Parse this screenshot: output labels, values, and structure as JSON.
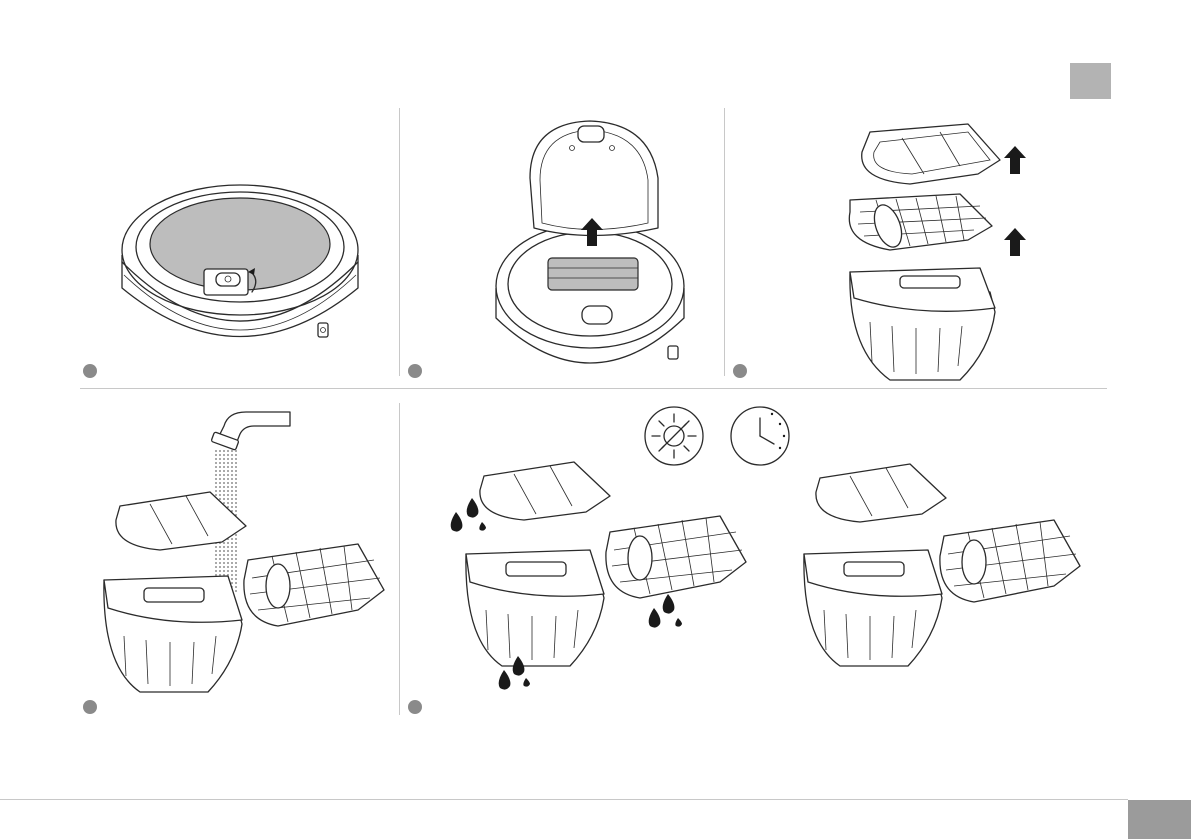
{
  "page": {
    "colors": {
      "tab": "#b3b3b3",
      "footer_tab": "#9b9b9b",
      "step_dot": "#8a8a8a",
      "divider": "#c8c8c8",
      "line_art": "#2b2b2b"
    }
  },
  "panels": [
    {
      "id": "open-lid-turn-knob",
      "icons": [
        "robot-vacuum-closed",
        "rotate-arrow-icon"
      ]
    },
    {
      "id": "lift-dust-bin",
      "icons": [
        "robot-vacuum-open-lid",
        "up-arrow-icon"
      ]
    },
    {
      "id": "remove-filters",
      "icons": [
        "filter-cover",
        "mesh-filter",
        "dust-bin",
        "up-arrow-icon"
      ]
    },
    {
      "id": "rinse-under-tap",
      "icons": [
        "water-tap",
        "filter-cover",
        "mesh-filter",
        "dust-bin"
      ]
    },
    {
      "id": "air-dry",
      "icons": [
        "sun-icon",
        "clock-icon",
        "water-drop-icon"
      ]
    }
  ]
}
